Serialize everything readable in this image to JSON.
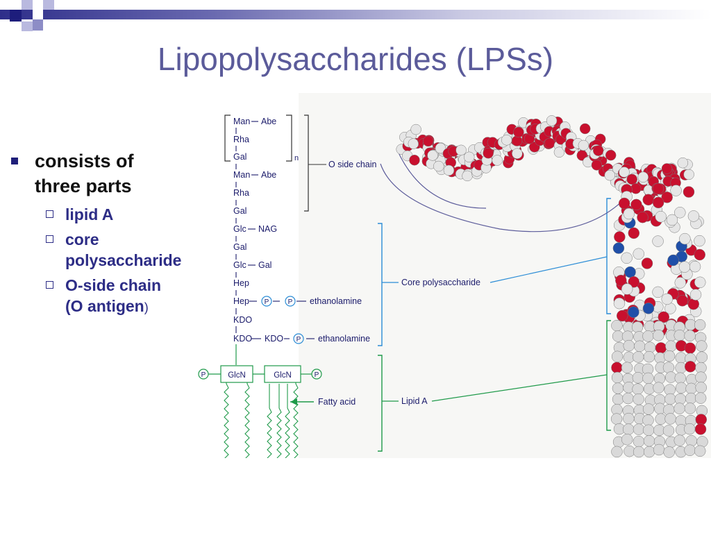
{
  "slide": {
    "title": "Lipopolysaccharides (LPSs)"
  },
  "bullets": {
    "main": {
      "line1": "consists of",
      "line2": "three parts"
    },
    "sub": [
      {
        "text": "lipid A"
      },
      {
        "line1": "core",
        "line2": "polysaccharide"
      },
      {
        "line1": "O-side chain",
        "line2_bold": "(O antigen",
        "line2_paren": ")"
      }
    ]
  },
  "figure": {
    "o_repeat": {
      "man": "Man",
      "abe": "Abe",
      "rha": "Rha",
      "gal": "Gal",
      "n": "n"
    },
    "o_tail": {
      "man": "Man",
      "abe": "Abe",
      "rha": "Rha",
      "gal": "Gal"
    },
    "core": {
      "glc1": "Glc",
      "nag": "NAG",
      "gal": "Gal",
      "glc2": "Glc",
      "gal2": "Gal",
      "hep1": "Hep",
      "hep2": "Hep",
      "p": "P",
      "ethanolamine1": "ethanolamine",
      "kdo1": "KDO",
      "kdo2": "KDO",
      "kdo3": "KDO",
      "ethanolamine2": "ethanolamine"
    },
    "lipid_a": {
      "glcn1": "GlcN",
      "glcn2": "GlcN",
      "p": "P",
      "fatty_acid": "Fatty  acid"
    },
    "labels": {
      "o_side_chain": "O side chain",
      "core_polysaccharide": "Core polysaccharide",
      "lipid_a": "Lipid A"
    },
    "colors": {
      "blue_bracket": "#2a8cd6",
      "green_bracket": "#1f9a4a",
      "oxygen": "#c8102e",
      "hydrogen": "#e6e6e6",
      "nitrogen": "#1f4fa8"
    }
  }
}
